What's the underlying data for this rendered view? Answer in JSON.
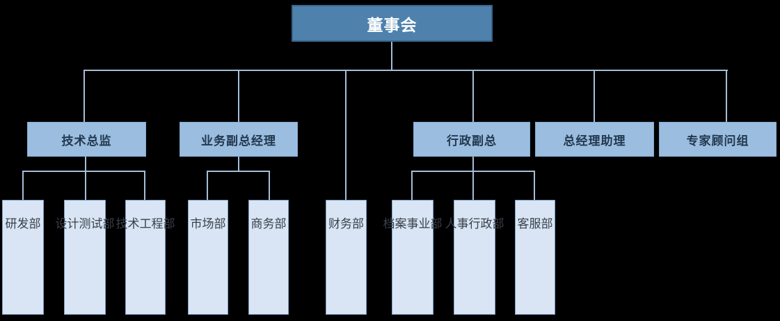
{
  "org_chart": {
    "type": "org-tree",
    "root": {
      "label": "董事会"
    },
    "root_direct_departments": [
      "财务部"
    ],
    "level2": [
      {
        "label": "技术总监",
        "children": [
          "研发部",
          "设计测试部",
          "技术工程部"
        ]
      },
      {
        "label": "业务副总经理",
        "children": [
          "市场部",
          "商务部"
        ]
      },
      {
        "label": "行政副总",
        "children": [
          "档案事业部",
          "人事行政部",
          "客服部"
        ]
      },
      {
        "label": "总经理助理",
        "children": []
      },
      {
        "label": "专家顾问组",
        "children": []
      }
    ],
    "level3": [
      {
        "label": "研发部",
        "parent": "技术总监"
      },
      {
        "label": "设计测试部",
        "parent": "技术总监"
      },
      {
        "label": "技术工程部",
        "parent": "技术总监"
      },
      {
        "label": "市场部",
        "parent": "业务副总经理"
      },
      {
        "label": "商务部",
        "parent": "业务副总经理"
      },
      {
        "label": "财务部",
        "parent": "董事会"
      },
      {
        "label": "档案事业部",
        "parent": "行政副总"
      },
      {
        "label": "人事行政部",
        "parent": "行政副总"
      },
      {
        "label": "客服部",
        "parent": "行政副总"
      }
    ]
  },
  "colors": {
    "background": "#000000",
    "root_fill": "#4E81AC",
    "root_border": "#36648C",
    "root_text": "#FFFFFF",
    "manager_fill": "#9BBDE0",
    "manager_border": "#86A9CE",
    "manager_text": "#22384E",
    "department_fill": "#D9E5F4",
    "department_border": "#7D9EC6",
    "department_text": "#394049",
    "connector": "#A6BED8"
  }
}
